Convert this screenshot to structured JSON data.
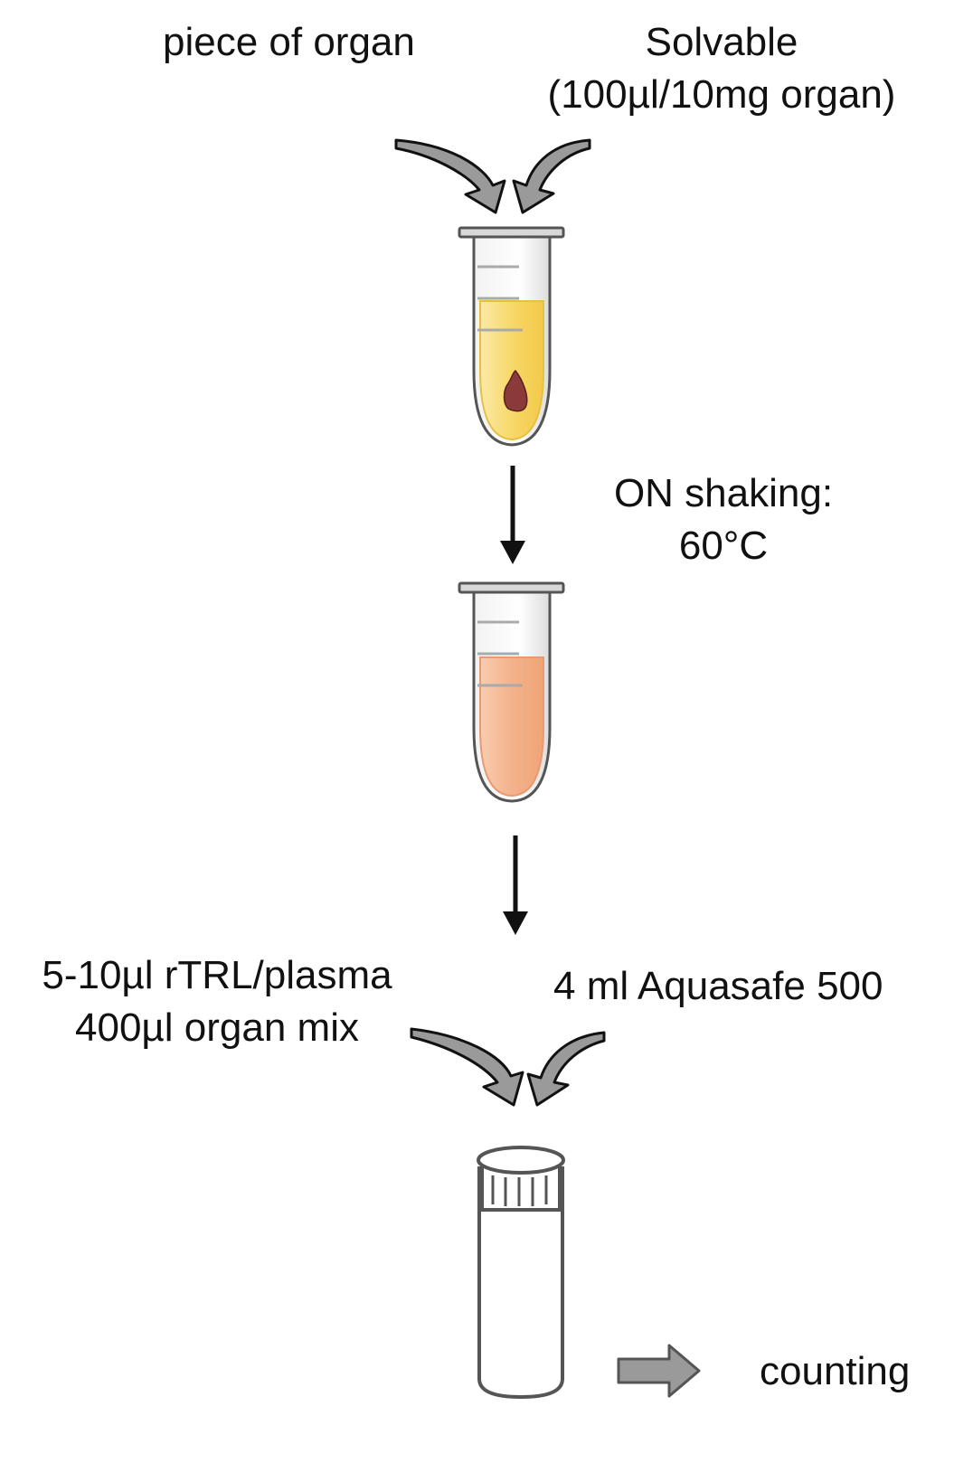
{
  "labels": {
    "piece_of_organ": "piece of organ",
    "solvable": "Solvable",
    "solvable_ratio": "(100µl/10mg organ)",
    "on_shaking": "ON shaking:",
    "temperature": "60°C",
    "sample_volume": "5-10µl rTRL/plasma",
    "organ_mix": "400µl organ mix",
    "aquasafe": "4 ml Aquasafe 500",
    "counting": "counting"
  },
  "colors": {
    "liquid_step1": "#f7d868",
    "liquid_step2": "#f4b28c",
    "tissue": "#8b3a3a",
    "arrow_gray": "#9a9a9a",
    "outline": "#555555"
  }
}
